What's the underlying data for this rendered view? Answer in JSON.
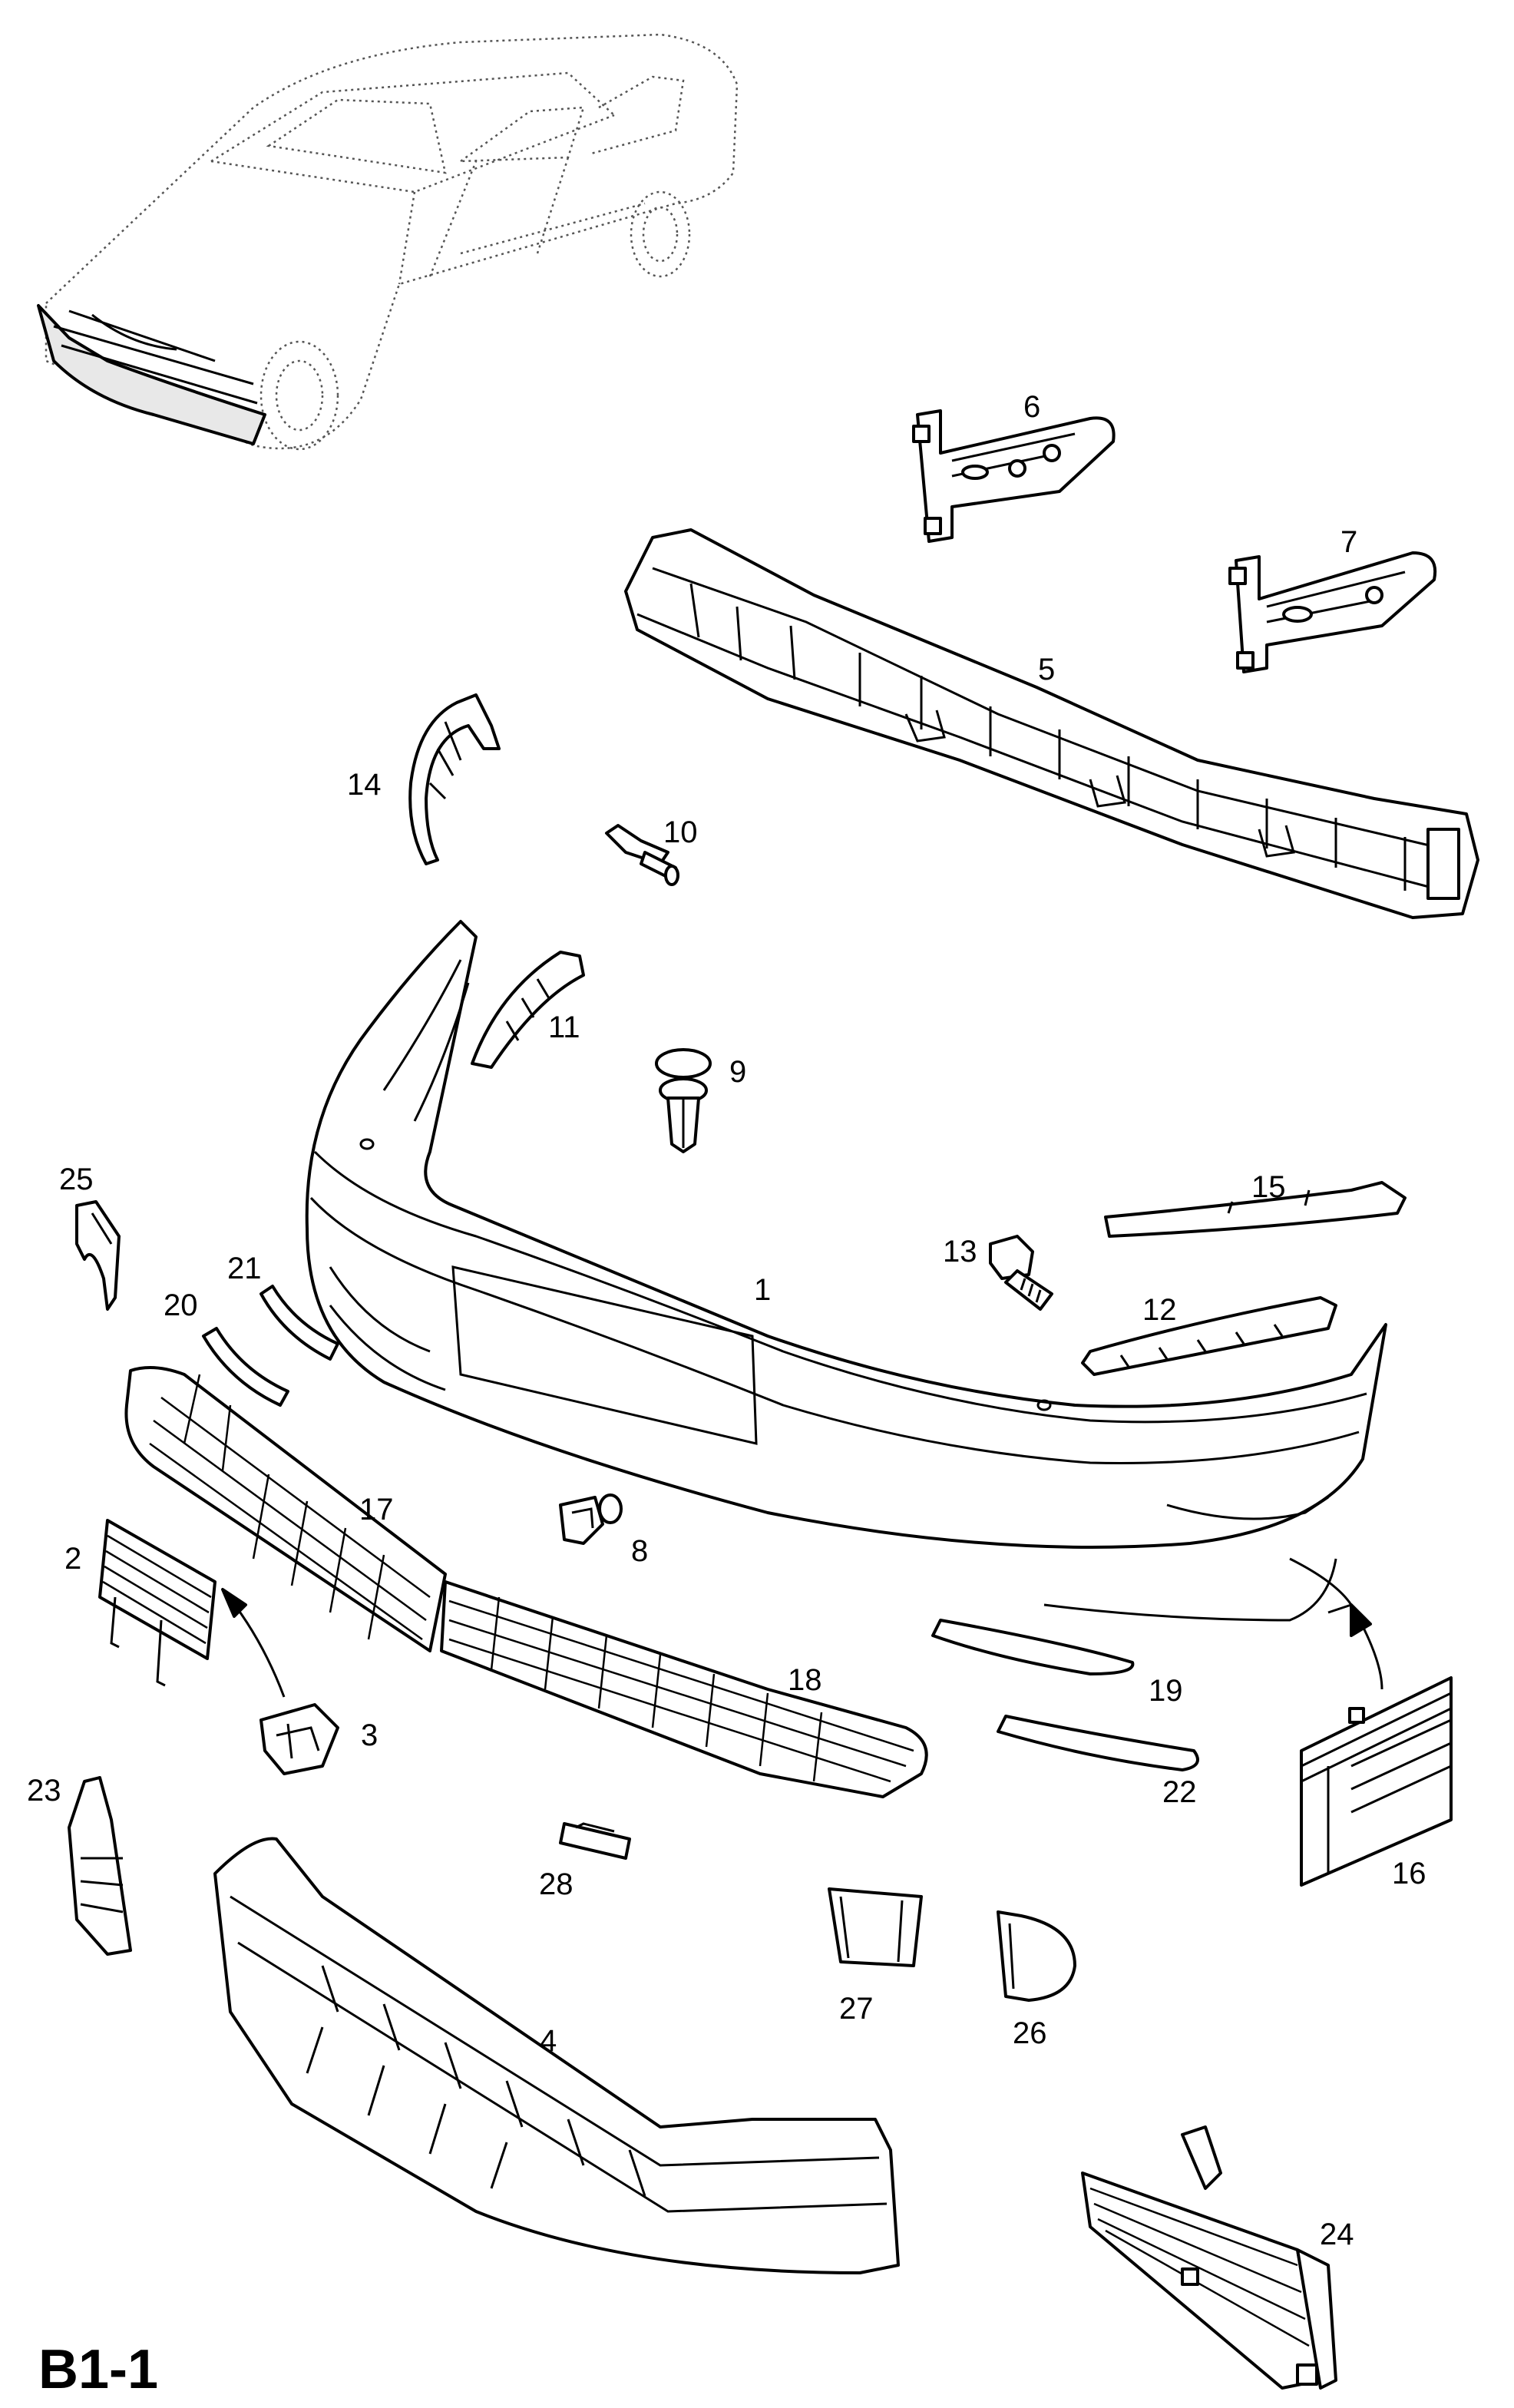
{
  "page": {
    "title": "B1-1",
    "background": "#ffffff",
    "line_color": "#000000"
  },
  "callouts": [
    "1",
    "2",
    "3",
    "4",
    "5",
    "6",
    "7",
    "8",
    "9",
    "10",
    "11",
    "12",
    "13",
    "14",
    "15",
    "16",
    "17",
    "18",
    "19",
    "20",
    "21",
    "22",
    "23",
    "24",
    "25",
    "26",
    "27",
    "28"
  ],
  "parts": [
    {
      "number": "1",
      "icon": "bumper-cover-icon"
    },
    {
      "number": "2",
      "icon": "small-grille-icon"
    },
    {
      "number": "3",
      "icon": "clip-icon"
    },
    {
      "number": "4",
      "icon": "lower-spoiler-icon"
    },
    {
      "number": "5",
      "icon": "impact-absorber-icon"
    },
    {
      "number": "6",
      "icon": "bracket-icon"
    },
    {
      "number": "7",
      "icon": "bracket-icon"
    },
    {
      "number": "8",
      "icon": "clip-icon"
    },
    {
      "number": "9",
      "icon": "push-rivet-icon"
    },
    {
      "number": "10",
      "icon": "push-rivet-icon"
    },
    {
      "number": "11",
      "icon": "guide-icon"
    },
    {
      "number": "12",
      "icon": "guide-icon"
    },
    {
      "number": "13",
      "icon": "bolt-icon"
    },
    {
      "number": "14",
      "icon": "guide-icon"
    },
    {
      "number": "15",
      "icon": "trim-strip-icon"
    },
    {
      "number": "16",
      "icon": "seal-strip-icon"
    },
    {
      "number": "17",
      "icon": "grille-icon"
    },
    {
      "number": "18",
      "icon": "grille-icon"
    },
    {
      "number": "19",
      "icon": "trim-strip-icon"
    },
    {
      "number": "20",
      "icon": "trim-strip-icon"
    },
    {
      "number": "21",
      "icon": "trim-strip-icon"
    },
    {
      "number": "22",
      "icon": "trim-strip-icon"
    },
    {
      "number": "23",
      "icon": "deflector-icon"
    },
    {
      "number": "24",
      "icon": "fog-lamp-grille-icon"
    },
    {
      "number": "25",
      "icon": "deflector-icon"
    },
    {
      "number": "26",
      "icon": "cover-icon"
    },
    {
      "number": "27",
      "icon": "cover-icon"
    },
    {
      "number": "28",
      "icon": "clip-icon"
    }
  ]
}
